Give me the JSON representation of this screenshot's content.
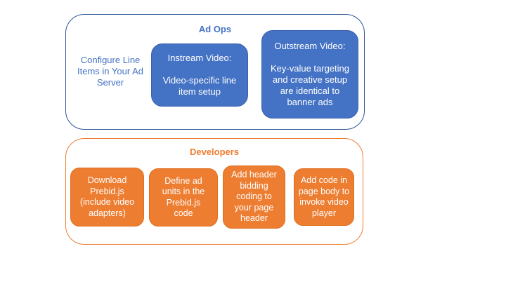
{
  "ad_ops": {
    "title": "Ad Ops",
    "note": "Configure Line\nItems in Your Ad\nServer",
    "instream": "Instream Video:\n\nVideo-specific line\nitem setup",
    "outstream": "Outstream Video:\n\nKey-value targeting\nand creative setup\nare identical to\nbanner ads"
  },
  "developers": {
    "title": "Developers",
    "steps": [
      "Download\nPrebid.js\n(include video\nadapters)",
      "Define ad\nunits in the\nPrebid.js\ncode",
      "Add header\nbidding\ncoding to\nyour page\nheader",
      "Add code in\npage body to\ninvoke video\nplayer"
    ]
  },
  "colors": {
    "blue_fill": "#4472C4",
    "blue_container_border": "#2F5597",
    "blue_text": "#4472C4",
    "orange_fill": "#ED7D31",
    "orange_text": "#ED7D31",
    "text_on_fill": "#FFFFFF"
  }
}
